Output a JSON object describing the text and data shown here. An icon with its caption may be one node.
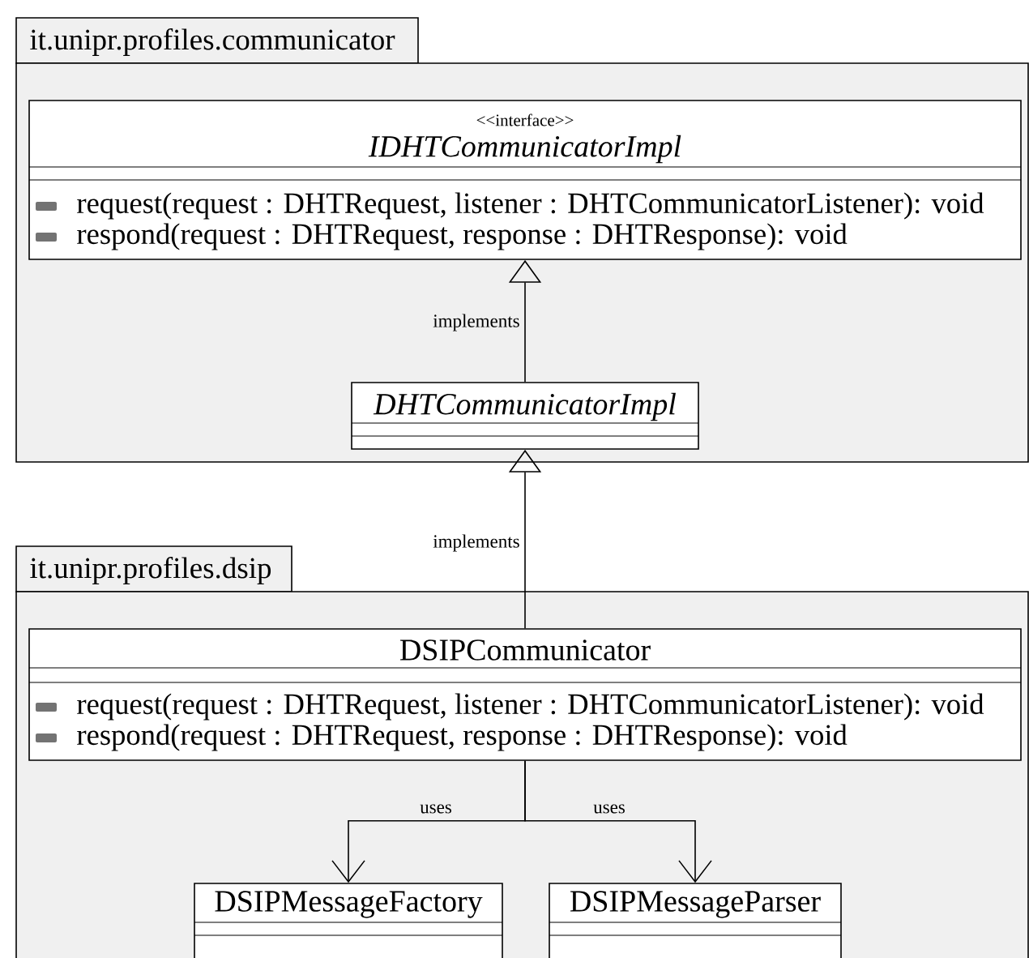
{
  "diagram": {
    "nodes": [
      {
        "text": [
          "it.unipr.profiles.communicator"
        ]
      },
      {
        "text": [
          "<<interface>>",
          "IDHTCommunicatorImpl",
          "request(request : DHTRequest, listener : DHTCommunicatorListener): void",
          "respond(request : DHTRequest, response : DHTResponse): void"
        ],
        "in": 0
      },
      {
        "text": [
          "DHTCommunicatorImpl"
        ],
        "in": 0
      },
      {
        "text": [
          "it.unipr.profiles.dsip"
        ]
      },
      {
        "text": [
          "DSIPCommunicator",
          "request(request : DHTRequest, listener : DHTCommunicatorListener): void",
          "respond(request : DHTRequest, response : DHTResponse): void"
        ],
        "in": 3
      },
      {
        "text": [
          "DSIPMessageFactory"
        ],
        "in": 3
      },
      {
        "text": [
          "DSIPMessageParser"
        ],
        "in": 3
      }
    ],
    "edges": [
      {
        "from": 2,
        "to": 1,
        "arrow": "to",
        "label": "implements"
      },
      {
        "from": 4,
        "to": 2,
        "arrow": "to",
        "label": "implements"
      },
      {
        "from": 4,
        "to": 5,
        "arrow": "to",
        "label": "uses"
      },
      {
        "from": 4,
        "to": 6,
        "arrow": "to",
        "label": "uses"
      }
    ]
  }
}
